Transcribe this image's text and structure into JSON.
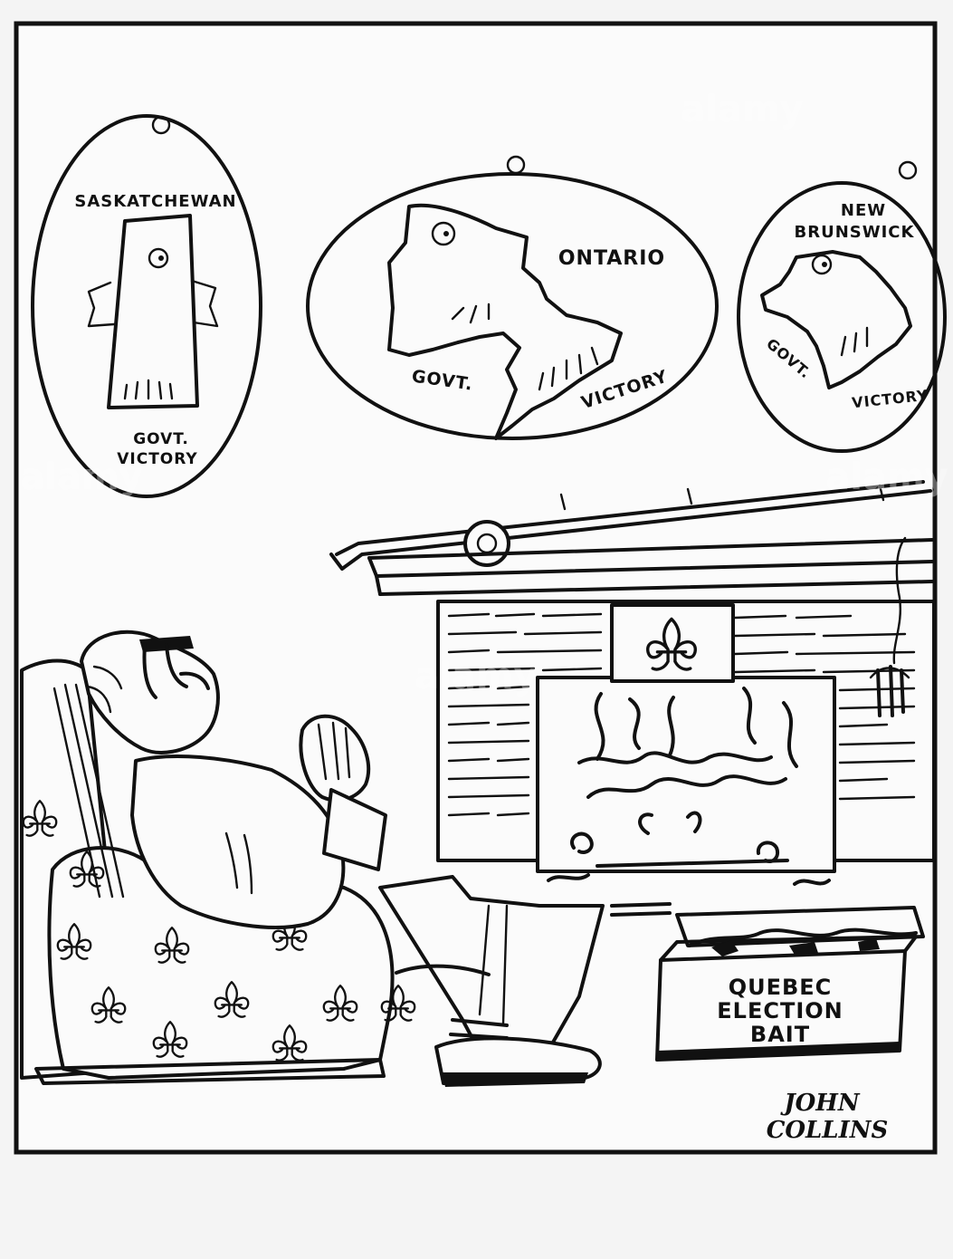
{
  "plaques": {
    "saskatchewan": {
      "name": "SASKATCHEWAN",
      "line1": "GOVT.",
      "line2": "VICTORY"
    },
    "ontario": {
      "name": "ONTARIO",
      "left": "GOVT.",
      "right": "VICTORY"
    },
    "new_brunswick": {
      "name_line1": "NEW",
      "name_line2": "BRUNSWICK",
      "left": "GOVT.",
      "right": "VICTORY"
    }
  },
  "bait_box": {
    "line1": "QUEBEC",
    "line2": "ELECTION",
    "line3": "BAIT"
  },
  "signature": {
    "line1": "JOHN",
    "line2": "COLLINS"
  },
  "watermark": {
    "text": "alamy"
  },
  "icons": [
    "fleur-de-lis-icon",
    "fishing-rod-icon",
    "fish-icon"
  ],
  "colors": {
    "ink": "#111111",
    "paper": "#fbfbfb",
    "background": "#f4f4f4"
  }
}
